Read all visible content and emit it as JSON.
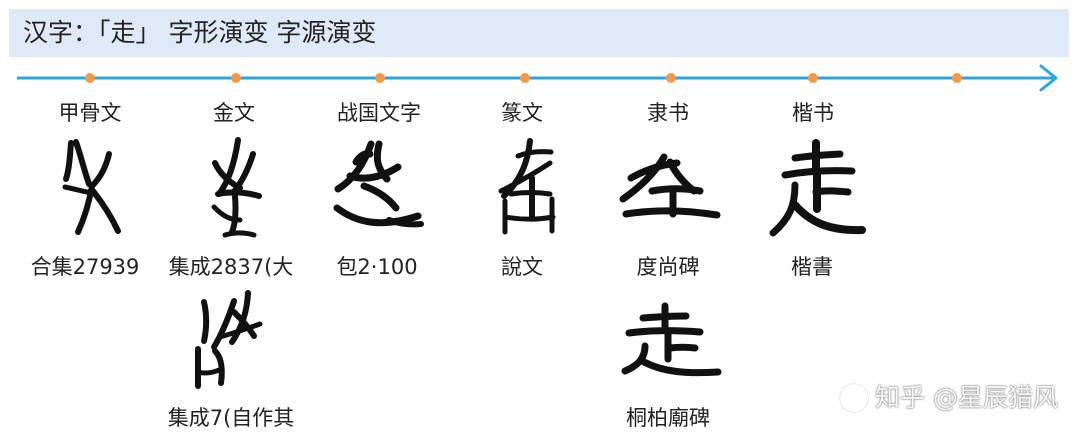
{
  "header": {
    "title": "汉字：「走」 字形演变 字源演变"
  },
  "timeline": {
    "line_color": "#2ca6df",
    "point_color": "#f39a4a",
    "stages": [
      {
        "label": "甲骨文"
      },
      {
        "label": "金文"
      },
      {
        "label": "战国文字"
      },
      {
        "label": "篆文"
      },
      {
        "label": "隶书"
      },
      {
        "label": "楷书"
      }
    ]
  },
  "sources": [
    {
      "label": "合集27939",
      "glyph_icon": "oracle-bone-zou-glyph-icon"
    },
    {
      "label": "集成2837(大",
      "glyph_icon": "bronze-zou-glyph-icon"
    },
    {
      "label": "包2·100",
      "glyph_icon": "warring-states-zou-glyph-icon"
    },
    {
      "label": "說文",
      "glyph_icon": "seal-zou-glyph-icon"
    },
    {
      "label": "度尚碑",
      "glyph_icon": "clerical-zou-glyph-icon"
    },
    {
      "label": "楷書",
      "glyph_icon": "regular-zou-glyph-icon"
    },
    {
      "label": "集成7(自作其",
      "glyph_icon": "bronze-variant-zou-glyph-icon"
    },
    {
      "label": "桐柏廟碑",
      "glyph_icon": "clerical-variant-zou-glyph-icon"
    }
  ],
  "watermark": {
    "text": "知乎 @星辰猎风",
    "icon": "zhihu-watermark-icon"
  }
}
